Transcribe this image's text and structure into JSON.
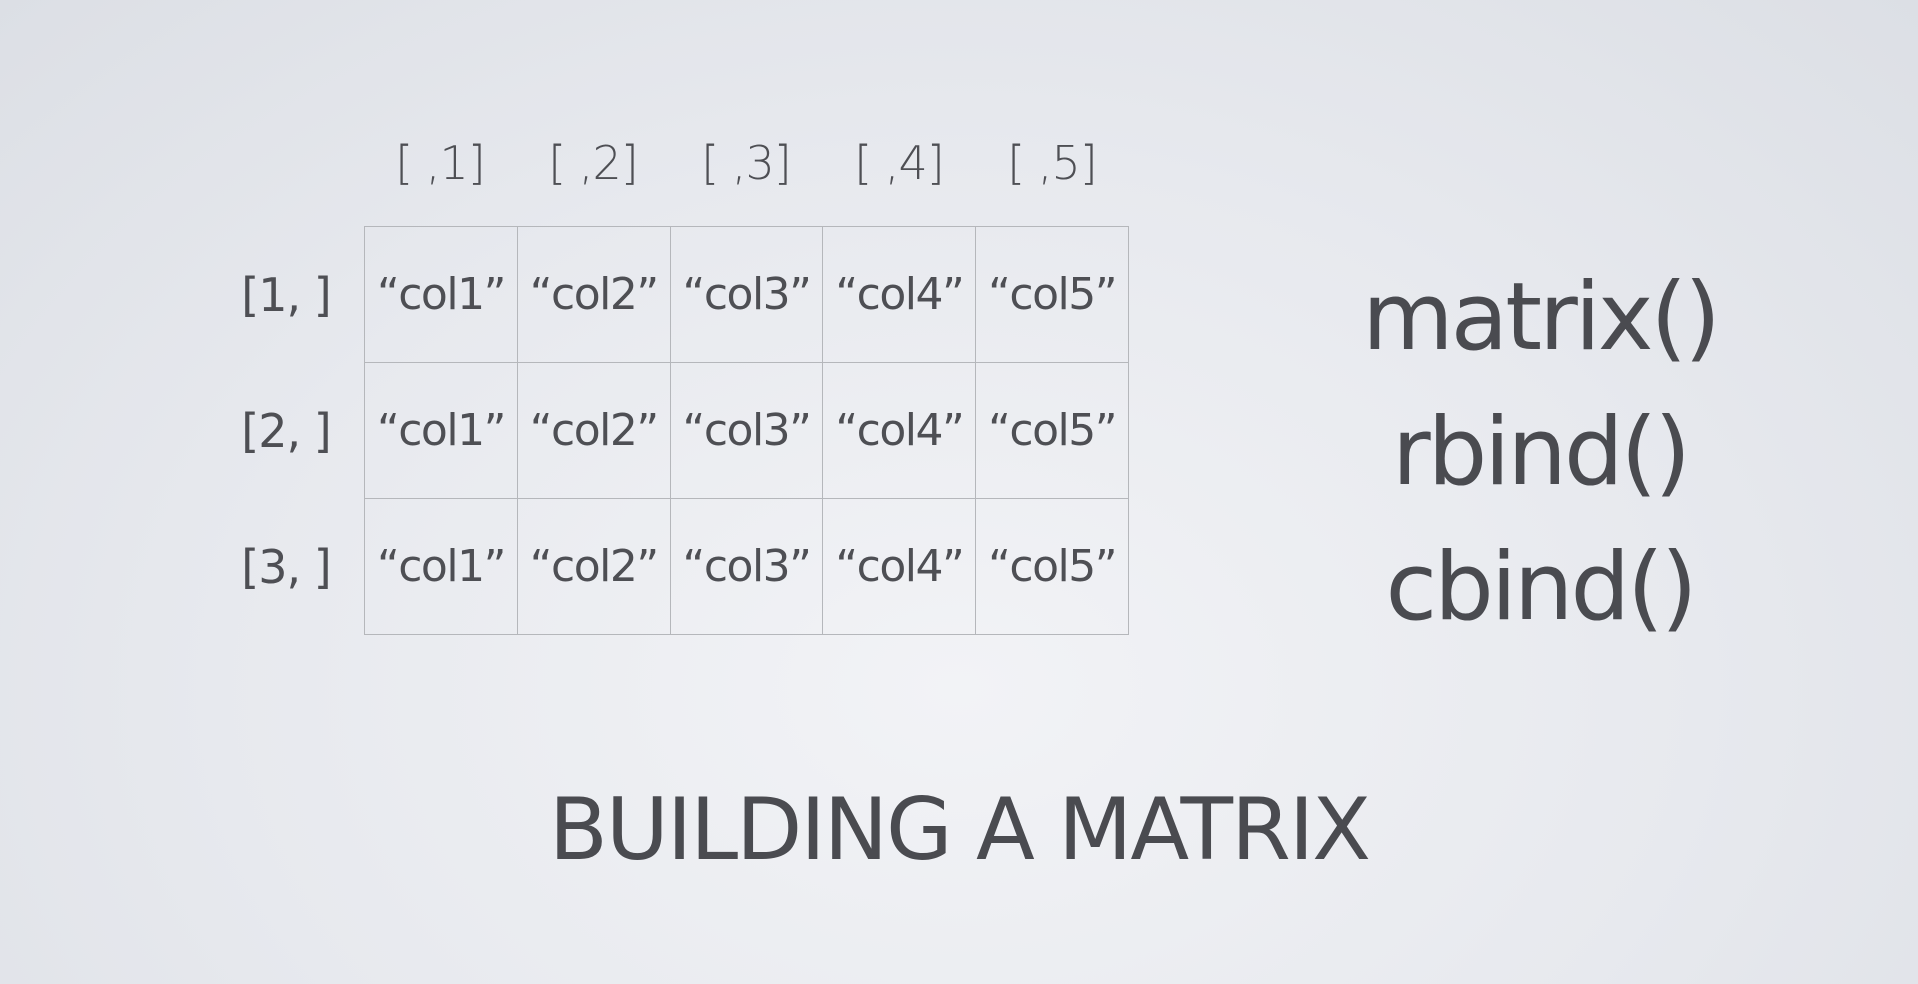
{
  "matrix": {
    "column_indices": [
      "[ ,1]",
      "[ ,2]",
      "[ ,3]",
      "[ ,4]",
      "[ ,5]"
    ],
    "row_indices": [
      "[1, ]",
      "[2, ]",
      "[3, ]"
    ],
    "rows": [
      [
        "“col1”",
        "“col2”",
        "“col3”",
        "“col4”",
        "“col5”"
      ],
      [
        "“col1”",
        "“col2”",
        "“col3”",
        "“col4”",
        "“col5”"
      ],
      [
        "“col1”",
        "“col2”",
        "“col3”",
        "“col4”",
        "“col5”"
      ]
    ]
  },
  "functions": [
    "matrix()",
    "rbind()",
    "cbind()"
  ],
  "title": "BUILDING A MATRIX"
}
